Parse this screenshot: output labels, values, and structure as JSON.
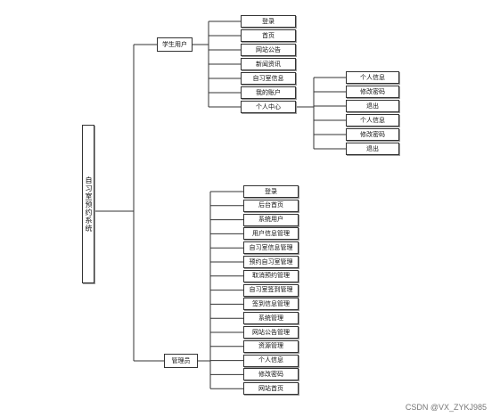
{
  "root": {
    "label": "自习室预约系统"
  },
  "student_branch": {
    "label": "学生用户",
    "items": [
      "登录",
      "首页",
      "网站公告",
      "新闻资讯",
      "自习室信息",
      "我的账户",
      "个人中心"
    ]
  },
  "personal_center": {
    "items": [
      "个人信息",
      "修改密码",
      "退出",
      "个人信息",
      "修改密码",
      "退出"
    ]
  },
  "admin_branch": {
    "label": "管理员",
    "items": [
      "登录",
      "后台首页",
      "系统用户",
      "用户信息管理",
      "自习室信息管理",
      "预约自习室管理",
      "取消预约管理",
      "自习室签到管理",
      "签到信息管理",
      "系统管理",
      "网站公告管理",
      "资源管理",
      "个人信息",
      "修改密码",
      "网站首页"
    ]
  },
  "watermark": "CSDN @VX_ZYKJ985"
}
